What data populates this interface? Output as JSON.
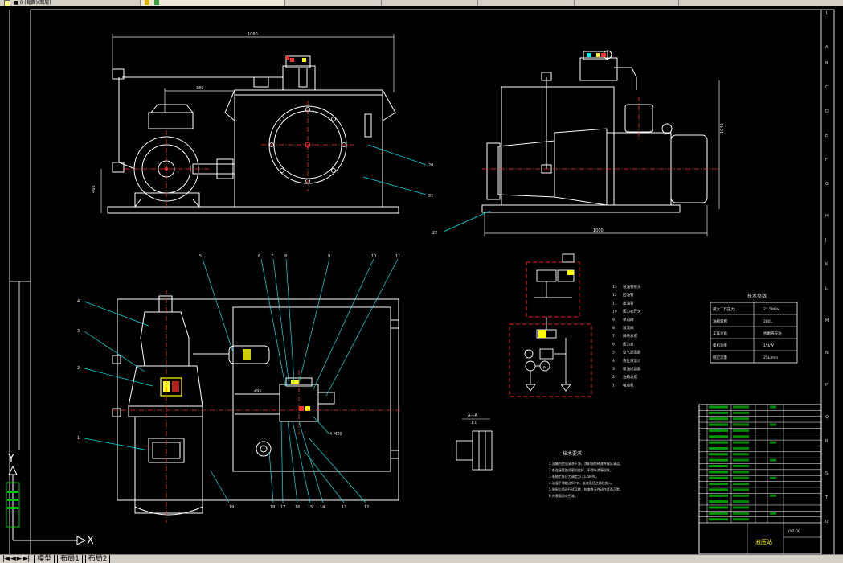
{
  "toolbar": {
    "layer_combo": "■ 0 (截面)(图层)",
    "cells": [
      "",
      "",
      "",
      ""
    ]
  },
  "drawing": {
    "dims": {
      "overall_width": "1060",
      "motor_width": "380",
      "height_left": "460",
      "side_width": "1000",
      "side_height": "1045",
      "pump_mount": "495",
      "thread": "4-M20"
    },
    "balloons_top": [
      "5",
      "6",
      "7",
      "8",
      "9",
      "10",
      "11"
    ],
    "balloons_left": [
      "4",
      "3",
      "2",
      "1"
    ],
    "balloons_bottom": [
      "19",
      "18",
      "17",
      "16",
      "15",
      "14",
      "13",
      "12"
    ],
    "balloons_right": [
      "20",
      "21"
    ],
    "balloon_side": "22",
    "section_label": "A—A",
    "section_scale": "1:1",
    "tech_req_title": "技术要求",
    "tech_req_lines": [
      "1.油箱内壁须清洗干净，涂耐油防锈漆并保证清洁。",
      "2.各连接管路须密封良好，不得有渗漏现象。",
      "3.系统工作压力调定为 21.5MPa。",
      "4.油温不得超过60℃，油液须经过滤后加入。",
      "5.装配后须进行试运转，检查各元件动作是否正常。",
      "6.外表面涂灰色漆。"
    ],
    "parts_side_list": [
      {
        "no": "13",
        "name": "进油管接头"
      },
      {
        "no": "12",
        "name": "回油管"
      },
      {
        "no": "11",
        "name": "出油管"
      },
      {
        "no": "10",
        "name": "压力表开关"
      },
      {
        "no": "9",
        "name": "单向阀"
      },
      {
        "no": "8",
        "name": "溢流阀"
      },
      {
        "no": "7",
        "name": "阀块总成"
      },
      {
        "no": "6",
        "name": "压力表"
      },
      {
        "no": "5",
        "name": "空气滤清器"
      },
      {
        "no": "4",
        "name": "液位液温计"
      },
      {
        "no": "3",
        "name": "吸油过滤器"
      },
      {
        "no": "2",
        "name": "油箱总成"
      },
      {
        "no": "1",
        "name": "电动机"
      }
    ],
    "spec_table": {
      "title": "技术参数",
      "rows": [
        {
          "k": "最大工作压力",
          "v": "21.5MPa"
        },
        {
          "k": "油箱容积",
          "v": "280L"
        },
        {
          "k": "工作介质",
          "v": "抗磨液压油"
        },
        {
          "k": "电机功率",
          "v": "15kW"
        },
        {
          "k": "额定流量",
          "v": "25L/min"
        }
      ]
    },
    "title_block": {
      "drawing_name": "液压站",
      "drawing_no": "YYZ-00",
      "row_count": 20
    },
    "ucs": {
      "x": "X",
      "y": "Y"
    }
  },
  "status_tabs": {
    "nav": "|◄ ◄ ► ►|",
    "model": "模型",
    "layout1": "布局1",
    "layout2": "布局2"
  },
  "colors": {
    "bg": "#000000",
    "line": "#ffffff",
    "center": "#ff3030",
    "dim": "#e8e8e8",
    "leader": "#00e6e6",
    "callout": "#ffff00",
    "frame": "#d8d8d8",
    "green": "#00c000",
    "red_box": "#ff2020"
  }
}
